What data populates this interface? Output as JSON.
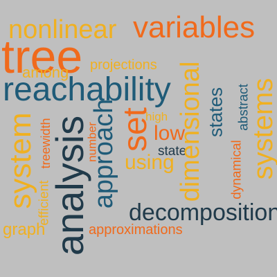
{
  "colors": {
    "background": "#bfbfbf",
    "teal": "#1f5b78",
    "orange": "#f06a1c",
    "gold": "#f0b020",
    "dark": "#203a4a"
  },
  "words": {
    "nonlinear": "nonlinear",
    "variables": "variables",
    "tree": "tree",
    "projections": "projections",
    "among": "among",
    "reachability": "reachability",
    "dimensional": "dimensional",
    "states": "states",
    "abstract": "abstract",
    "systems": "systems",
    "high": "high",
    "low": "low",
    "set": "set",
    "state": "state",
    "dynamical": "dynamical",
    "using": "using",
    "approach": "approach",
    "number": "number",
    "analysis": "analysis",
    "system": "system",
    "treewidth": "treewidth",
    "efficient": "efficient",
    "decomposition": "decomposition",
    "approximations": "approximations",
    "graph": "graph"
  }
}
